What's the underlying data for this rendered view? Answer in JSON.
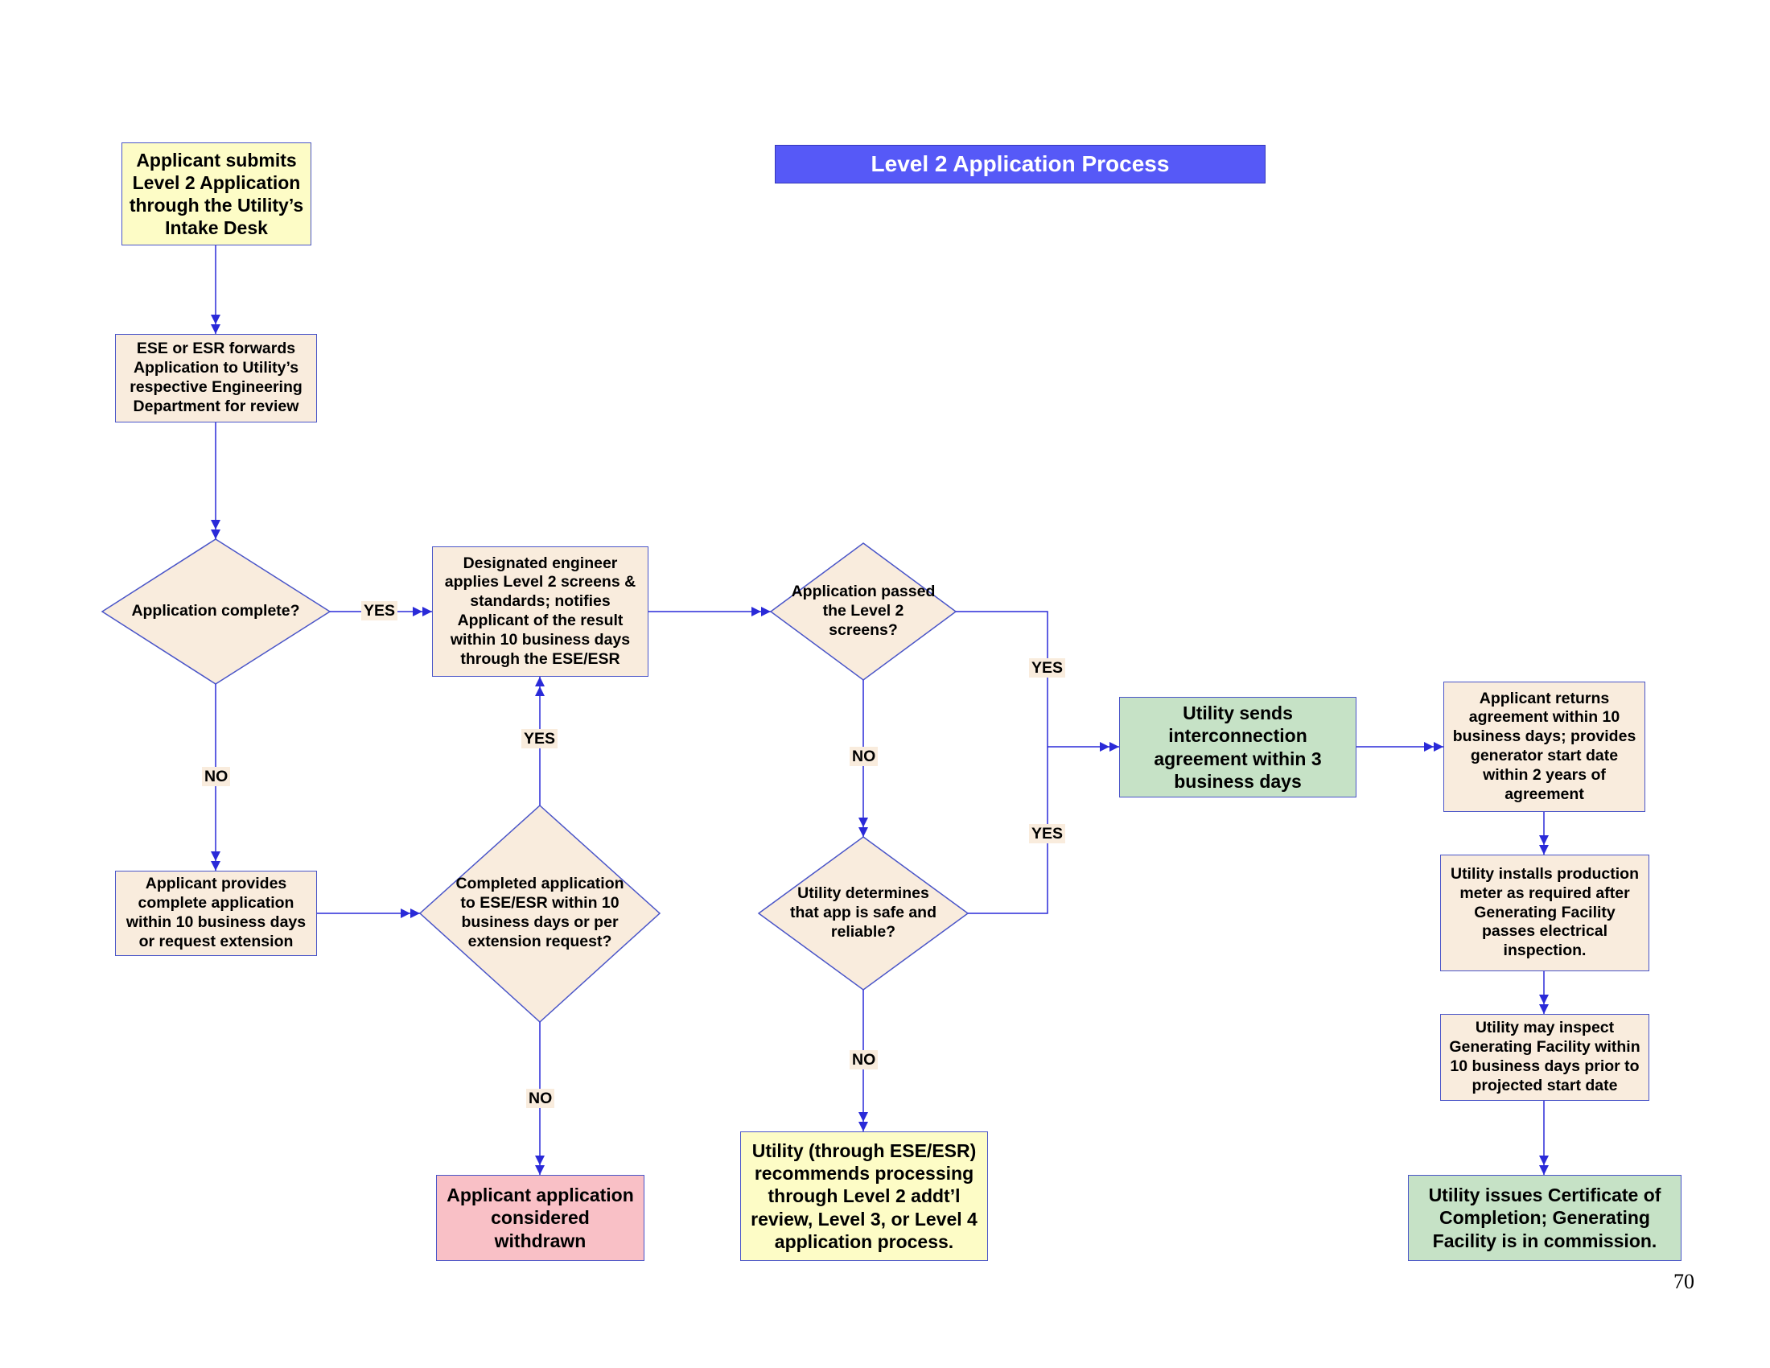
{
  "title": "Level 2 Application Process",
  "page_number": "70",
  "nodes": {
    "submit": "Applicant submits Level 2 Application through the Utility’s Intake Desk",
    "forward": "ESE or ESR forwards Application to Utility’s respective Engineering Department for review",
    "complete_q": "Application complete?",
    "engineer": "Designated engineer applies Level 2 screens & standards; notifies Applicant of the result within 10 business days through the ESE/ESR",
    "passed_q": "Application passed the Level 2 screens?",
    "provide": "Applicant provides complete application within 10 business days or request extension",
    "completed_q": "Completed application to ESE/ESR within 10 business days or per extension request?",
    "safe_q": "Utility determines that app is safe and reliable?",
    "withdrawn": "Applicant application considered withdrawn",
    "recommend": "Utility (through ESE/ESR) recommends processing through Level 2 addt’l review, Level 3, or Level 4 application process.",
    "sends": "Utility sends interconnection agreement within 3 business days",
    "returns": "Applicant returns agreement within 10 business days; provides generator start date within 2 years of agreement",
    "installs": "Utility installs production meter as required after Generating Facility passes electrical inspection.",
    "inspect": "Utility may inspect Generating Facility within 10 business days prior to projected start date",
    "certificate": "Utility issues Certificate of Completion; Generating Facility is in commission."
  },
  "labels": {
    "yes": "YES",
    "no": "NO"
  },
  "colors": {
    "line": "#2a2ad8",
    "box_border": "#4a55c8",
    "beige": "#f9ecdd",
    "yellow": "#fdfcc6",
    "green": "#c6e2c6",
    "pink": "#f9c0c6",
    "title_bg": "#5659f7"
  }
}
